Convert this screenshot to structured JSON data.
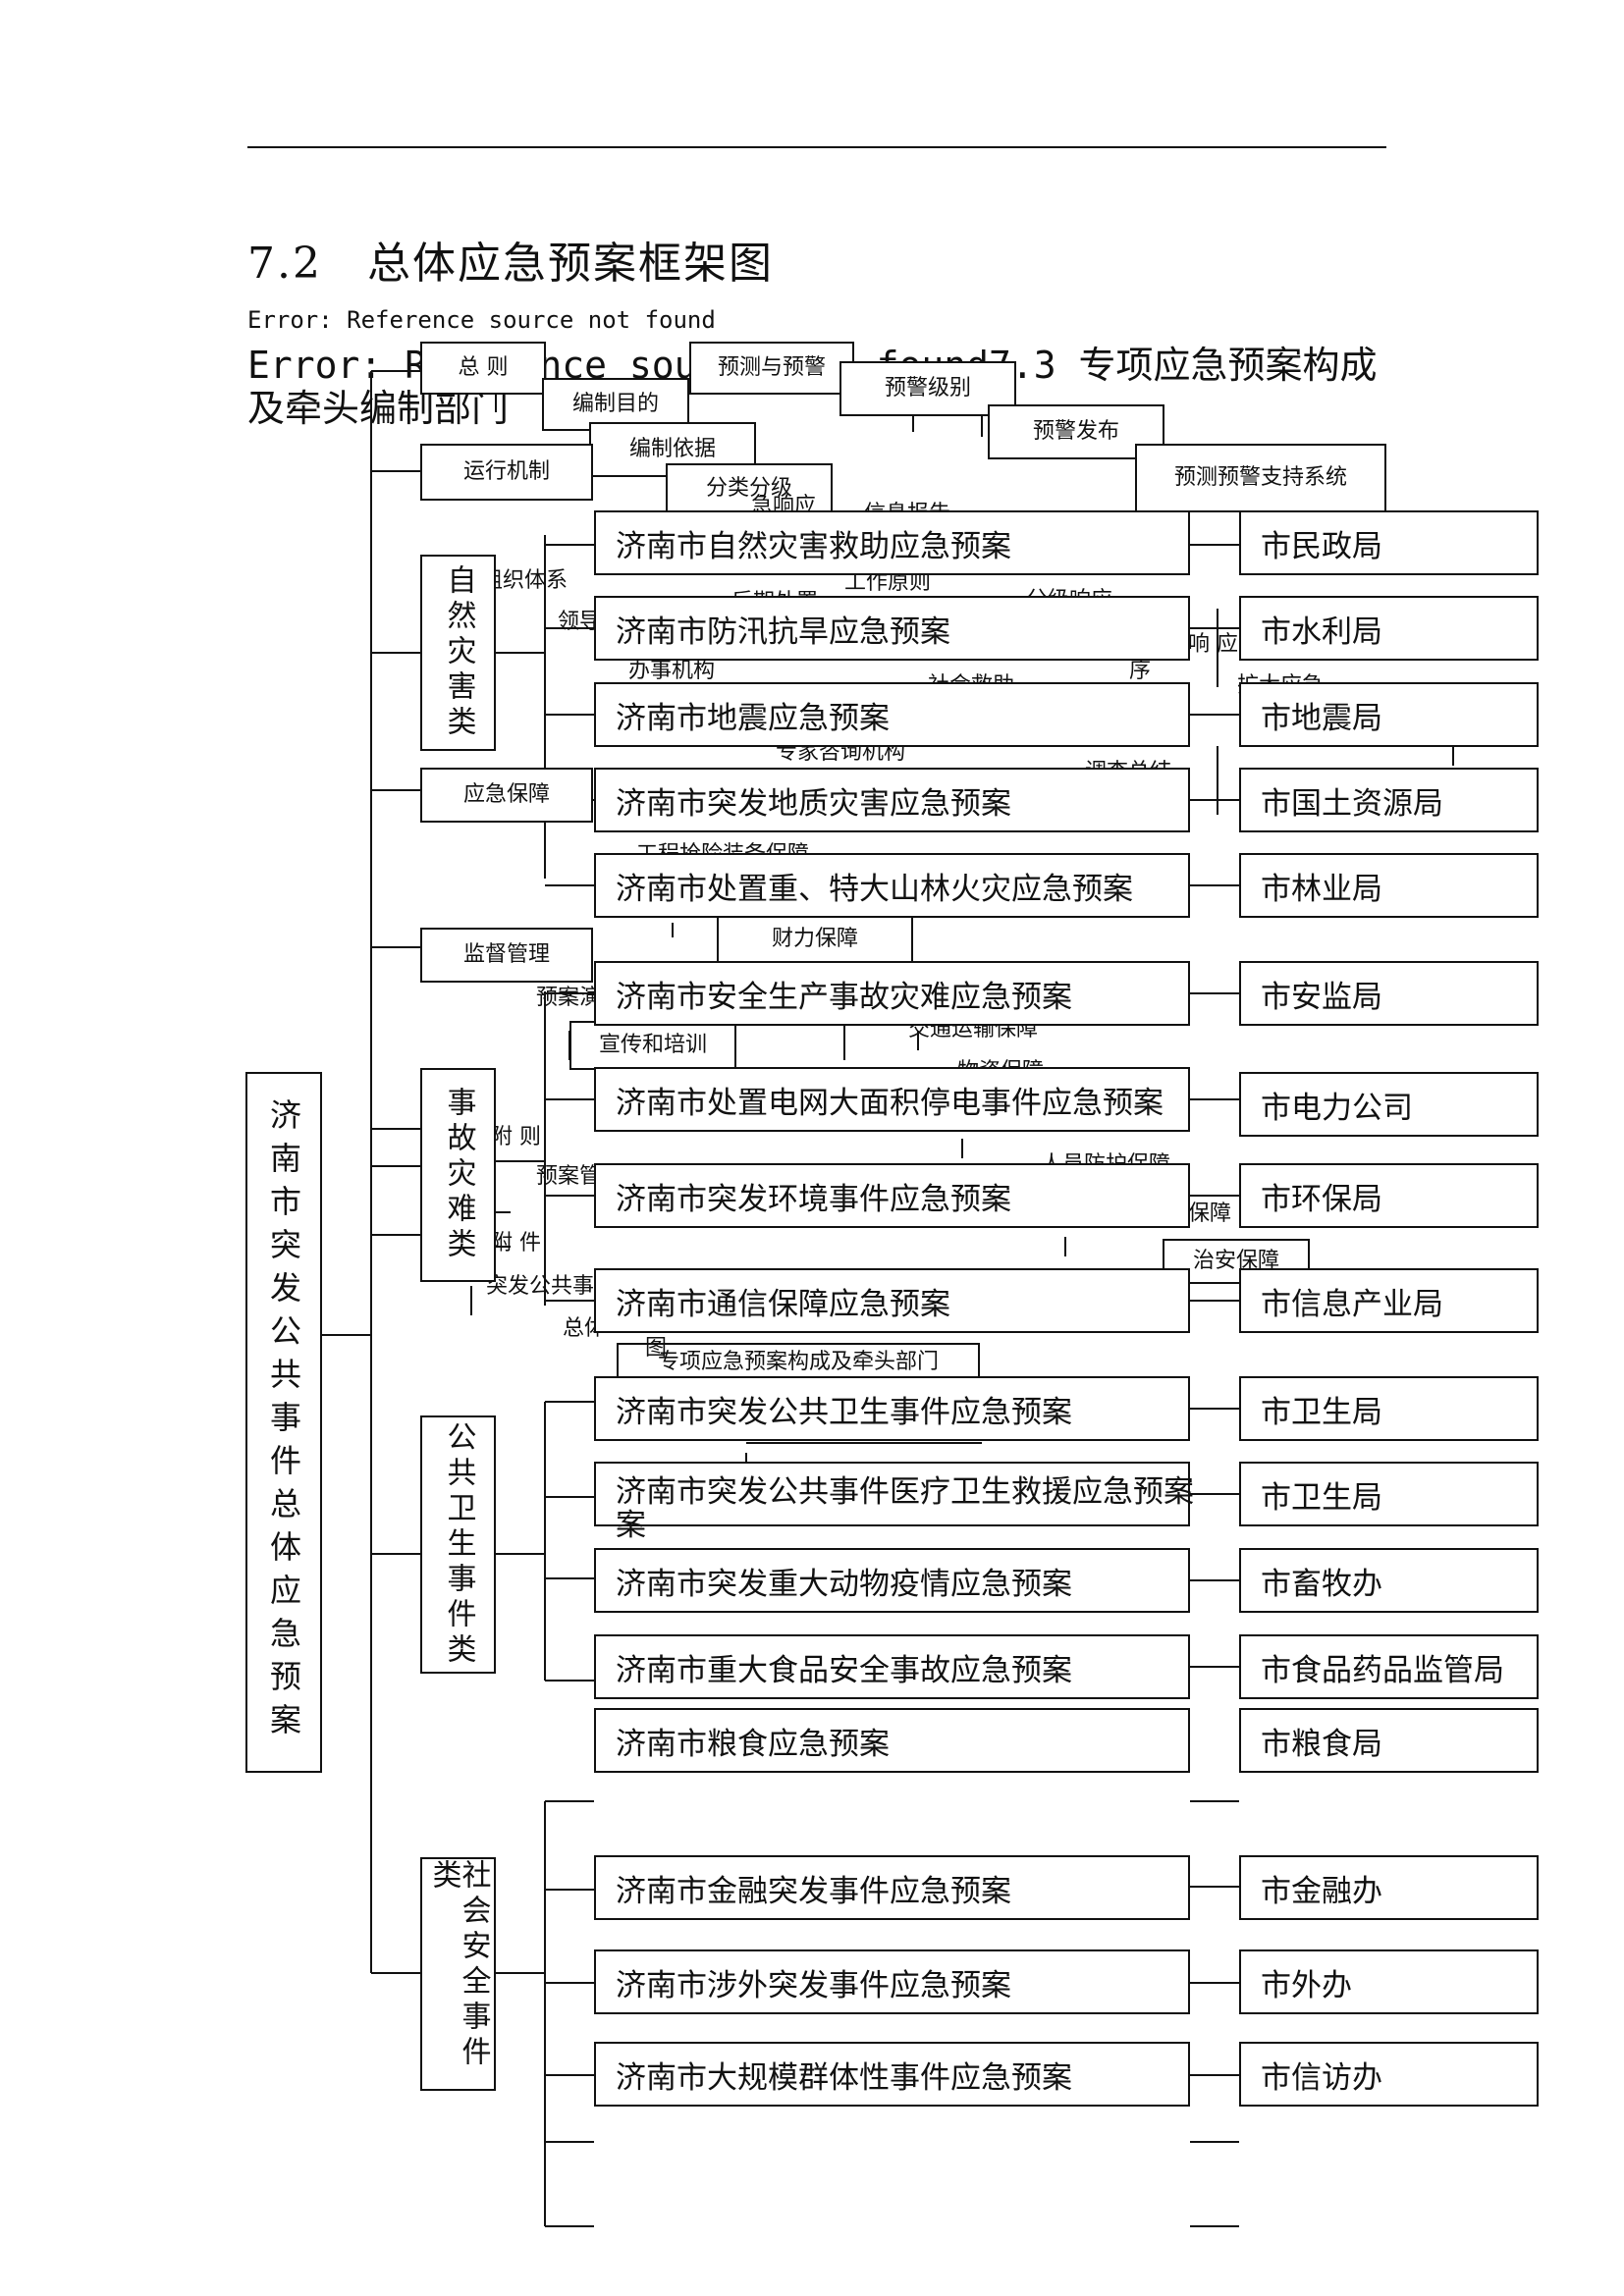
{
  "heading": "7.2　总体应急预案框架图",
  "error_line_1": "Error: Reference source not found",
  "error_line_2": "Error: Reference source not found7.3  专项应急预案构成及牵头编制部门",
  "root": "济南市突发公共事件总体应急预案",
  "categories": {
    "natural": "自然灾害类",
    "accident": "事故灾难类",
    "health": "公共卫生事件类",
    "social": "社会安全事件类"
  },
  "small_boxes": {
    "general": "总  则",
    "forecast_warning": "预测与预警",
    "warning_level": "预警级别",
    "warning_release": "预警发布",
    "purpose": "编制目的",
    "basis": "编制依据",
    "classification": "分类分级",
    "operation": "运行机制",
    "support_system": "预测预警支持系统",
    "emergency_support": "应急保障",
    "supervision": "监督管理",
    "finance": "财力保障",
    "publicity": "宣传和培训",
    "security": "治安保障",
    "framework_figure": "专项应急预案构成及牵头部门"
  },
  "fragments": {
    "f1": "急响应",
    "f2": "信息报告",
    "f3": "组织体系",
    "f4": "工作原则",
    "f5": "后期处置",
    "f6": "分级响应",
    "f7": "领导",
    "f8": "响 应",
    "f9": "办事机构",
    "f10": "社会救助",
    "f11": "序",
    "f12": "扩大应急",
    "f13": "专家咨询机构",
    "f14": "调查总结",
    "f15": "工程抢险装备保障",
    "f16": "预案演",
    "f17": "交通运输保障",
    "f18": "物资保障",
    "f19": "附  则",
    "f20": "人员防护保障",
    "f21": "预案管",
    "f22": "保障",
    "f23": "附  件",
    "f24": "突发公共事",
    "f25": "总体",
    "f26": "图"
  },
  "plans": [
    {
      "plan": "济南市自然灾害救助应急预案",
      "dept": "市民政局"
    },
    {
      "plan": "济南市防汛抗旱应急预案",
      "dept": "市水利局"
    },
    {
      "plan": "济南市地震应急预案",
      "dept": "市地震局"
    },
    {
      "plan": "济南市突发地质灾害应急预案",
      "dept": "市国土资源局"
    },
    {
      "plan": "济南市处置重、特大山林火灾应急预案",
      "dept": "市林业局"
    },
    {
      "plan": "济南市安全生产事故灾难应急预案",
      "dept": "市安监局"
    },
    {
      "plan": "济南市处置电网大面积停电事件应急预案",
      "dept": "市电力公司"
    },
    {
      "plan": "济南市突发环境事件应急预案",
      "dept": "市环保局"
    },
    {
      "plan": "济南市通信保障应急预案",
      "dept": "市信息产业局"
    },
    {
      "plan": "济南市突发公共卫生事件应急预案",
      "dept": "市卫生局"
    },
    {
      "plan": "济南市突发公共事件医疗卫生救援应急预案",
      "dept": "市卫生局"
    },
    {
      "plan": "济南市突发重大动物疫情应急预案",
      "dept": "市畜牧办"
    },
    {
      "plan": "济南市重大食品安全事故应急预案",
      "dept": "市食品药品监管局"
    },
    {
      "plan": "济南市粮食应急预案",
      "dept": "市粮食局"
    },
    {
      "plan": "济南市金融突发事件应急预案",
      "dept": "市金融办"
    },
    {
      "plan": "济南市涉外突发事件应急预案",
      "dept": "市外办"
    },
    {
      "plan": "济南市大规模群体性事件应急预案",
      "dept": "市信访办"
    }
  ],
  "plan_overflow": "案"
}
